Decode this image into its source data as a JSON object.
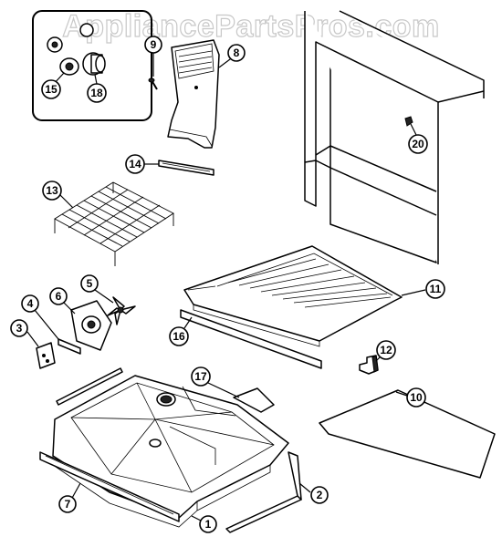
{
  "watermark": "AppliancePartsPros.com",
  "callouts": [
    "1",
    "2",
    "3",
    "4",
    "5",
    "6",
    "7",
    "8",
    "9",
    "10",
    "11",
    "12",
    "13",
    "14",
    "15",
    "16",
    "17",
    "18",
    "20"
  ]
}
